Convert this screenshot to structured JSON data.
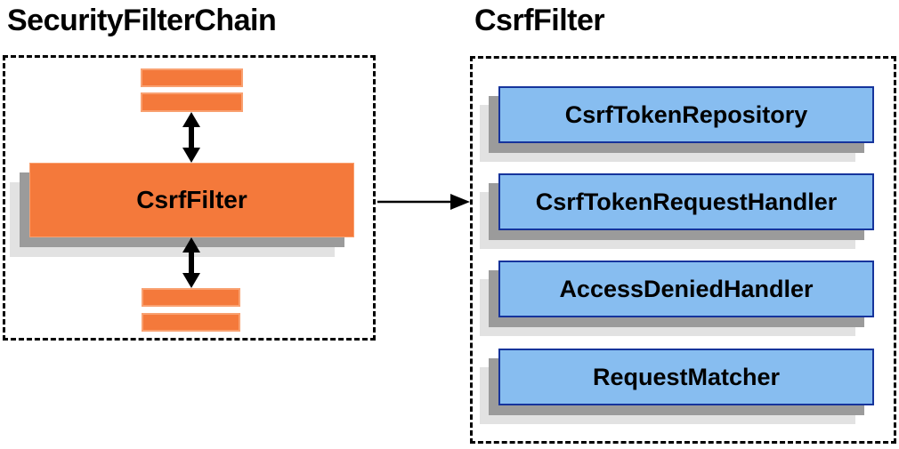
{
  "left_panel": {
    "title": "SecurityFilterChain",
    "filter_box_label": "CsrfFilter"
  },
  "right_panel": {
    "title": "CsrfFilter",
    "components": [
      {
        "label": "CsrfTokenRepository"
      },
      {
        "label": "CsrfTokenRequestHandler"
      },
      {
        "label": "AccessDeniedHandler"
      },
      {
        "label": "RequestMatcher"
      }
    ]
  },
  "icons": {
    "vertical_double_arrow": "double-headed-arrow-icon",
    "horizontal_flow_arrow": "right-arrow-icon"
  },
  "colors": {
    "filter_orange": "#F4793B",
    "filter_orange_border": "#F9A171",
    "component_blue": "#87BDF0",
    "component_blue_border": "#16349C",
    "shadow_dark": "#9B9B9B",
    "shadow_light": "#E2E2E2",
    "text_black": "#000000",
    "background": "#FFFFFF"
  }
}
